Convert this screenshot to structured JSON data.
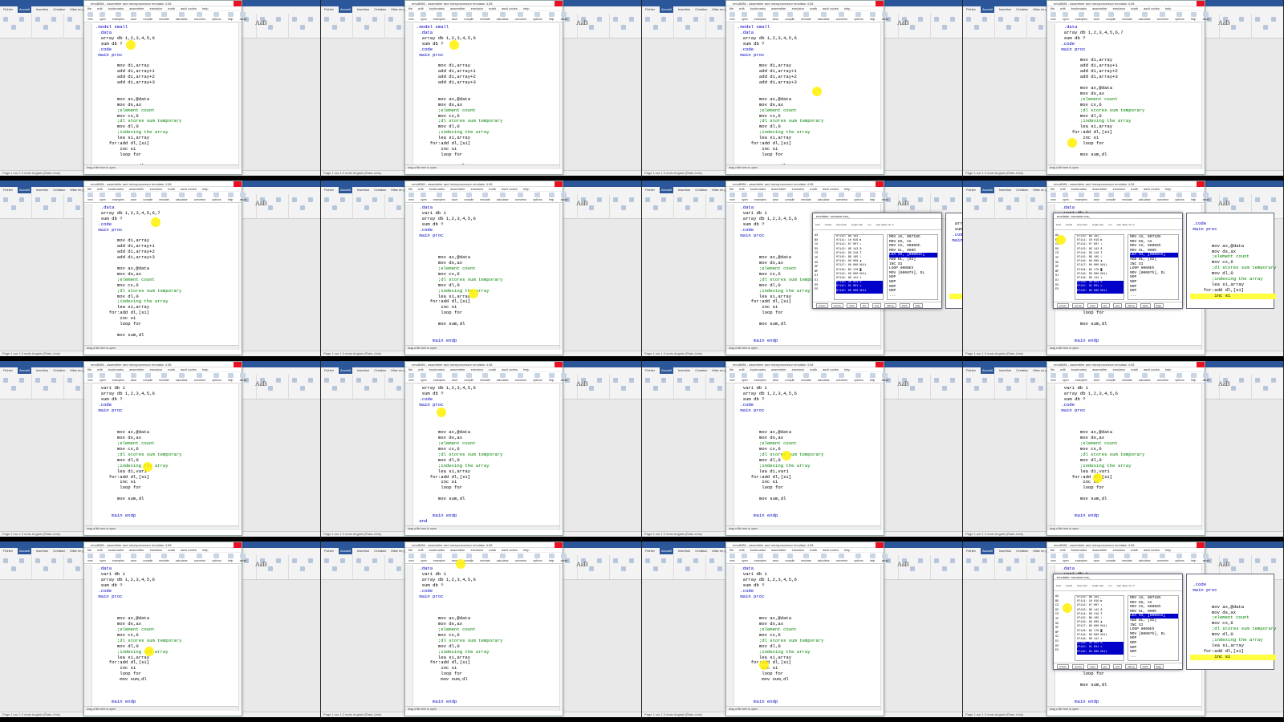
{
  "word": {
    "tabs": [
      "Fichier",
      "Accueil",
      "Insertion",
      "Création",
      "Mise en page"
    ],
    "aab": "AaB",
    "status": "Page 1 sur 1   0 mots   Anglais (États-Unis)"
  },
  "emu": {
    "title": "emu8086 - assembler and microprocessor emulator 4.08",
    "menu": [
      "file",
      "edit",
      "bookmarks",
      "assembler",
      "emulator",
      "math",
      "ascii codes",
      "help"
    ],
    "toolbar": [
      "new",
      "open",
      "examples",
      "save",
      "compile",
      "emulate",
      "calculator",
      "convertor",
      "options",
      "help",
      "about"
    ],
    "status_bar": "drag a file here to open"
  },
  "debugger": {
    "title": "emulator: noname.exe_",
    "tools": [
      "load",
      "reload",
      "step back",
      "single step",
      "run",
      "step delay ms: 0"
    ],
    "regs": [
      "AX",
      "BX",
      "CX",
      "DX",
      "CS",
      "IP",
      "SS",
      "SP",
      "BP",
      "SI",
      "DI",
      "DS",
      "ES"
    ],
    "mem_header": "0711:0000",
    "dis_header": "0711:0000",
    "mem_lines": [
      "07110: B8 184 ¸",
      "07111: 10 016 ►",
      "07112: 07 007 •",
      "07113: 8E 142 Ä",
      "07114: D8 216 Ï",
      "07115: B9 185 ¹",
      "07116: 06 006 ♠",
      "07117: 00 000 NULL",
      "07118: B2 178 ▓",
      "07119: 00 000 NULL",
      "0711A: 8D 141 ì",
      "0711B: 36 054 6",
      "0711C: 01 001 ☺",
      "0711D: 00 000 NULL"
    ],
    "dis_lines": [
      "MOV AX, 00710h",
      "MOV DS, AX",
      "MOV CX, 00006h",
      "MOV DL, 000h",
      "LEA SI, [00001h]",
      "ADD DL, [SI]",
      "INC SI",
      "LOOP 0000Eh",
      "MOV [00007h], DL",
      "NOP",
      "NOP",
      "NOP",
      "NOP",
      "..."
    ],
    "bottom": [
      "screen",
      "source",
      "reset",
      "aux",
      "vars",
      "debug",
      "stack",
      "flags"
    ]
  },
  "sources": {
    "v1": [
      ".model small",
      " .data",
      "  array db 1,2,3,4,5,6",
      "  sum db ?",
      " .code",
      " main proc",
      "",
      "        mov di,array",
      "        add di,array+1",
      "        add di,array+2",
      "        add di,array+3",
      "",
      "",
      "        mov ax,@data",
      "        mov ds,ax",
      "        ;element count",
      "        mov cx,6",
      "        ;dl stores sum temporary",
      "        mov dl,0",
      "        ;indexing the array",
      "        lea si,array",
      "     for:add dl,[si]",
      "         inc si",
      "         loop for",
      "",
      "        mov sum,dl"
    ],
    "v2": [
      "  .data",
      "  array db 1,2,3,4,5,6,7",
      "  sum db ?",
      " .code",
      " main proc",
      "",
      "        mov di,array",
      "        add di,array+1",
      "        add di,array+2",
      "        add di,array+3",
      "",
      "        mov ax,@data",
      "        mov ds,ax",
      "        ;element count",
      "        mov cx,6",
      "        ;dl stores sum temporary",
      "        mov dl,0",
      "        ;indexing the array",
      "        lea si,array",
      "     for:add dl,[si]",
      "         inc si",
      "         loop for",
      "",
      "        mov sum,dl"
    ],
    "v3": [
      " .data",
      "  var1 db 1",
      "  array db 1,2,3,4,5,6",
      "  sum db ?",
      " .code",
      " main proc",
      "",
      "",
      "",
      "        mov ax,@data",
      "        mov ds,ax",
      "        ;element count",
      "        mov cx,6",
      "        ;dl stores sum temporary",
      "        mov dl,0",
      "        ;indexing the array",
      "        lea si,array",
      "     for:add dl,[si]",
      "         inc si",
      "         loop for",
      "",
      "        mov sum,dl",
      "",
      "",
      "      main endp"
    ],
    "v4": [
      "  var1 db 1",
      "  array db 1,2,3,4,5,6",
      "  sum db ?",
      " .code",
      " main proc",
      "",
      "",
      "",
      "        mov ax,@data",
      "        mov ds,ax",
      "        ;element count",
      "        mov cx,6",
      "        ;dl stores sum temporary",
      "        mov dl,0",
      "        ;indexing the array",
      "        lea di,var1",
      "     for:add dl,[si]",
      "         inc si",
      "         loop for",
      "",
      "        mov sum,dl",
      "",
      "",
      "      main endp"
    ],
    "v5": [
      "  array db 1,2,3,4,5,6",
      "  sum db ?",
      " .code",
      " main proc",
      "",
      "",
      "",
      "",
      "        mov ax,@data",
      "        mov ds,ax",
      "        ;element count",
      "        mov cx,6",
      "        ;dl stores sum temporary",
      "        mov dl,0",
      "        ;indexing the array",
      "        lea si,array",
      "     for:add dl,[si]",
      "         inc si",
      "         loop for",
      "",
      "        mov sum,dl",
      "",
      "",
      "      main endp",
      " end"
    ],
    "v6": [
      " .data",
      "  var1 db 1",
      "  array db 1,2,3,4,5,6",
      "  sum db ?",
      " .code",
      " main proc",
      "",
      "",
      "",
      "        mov ax,@data",
      "        mov ds,ax",
      "        ;element count",
      "        mov cx,6",
      "        ;dl stores sum temporary",
      "        mov dl,0",
      "        ;indexing the array",
      "        lea si,array",
      "     for:add dl,[si]",
      "         inc si",
      "         loop for",
      "         mov sum,dl",
      "",
      "",
      "",
      "      main endp"
    ],
    "src_small": [
      "  array db 1,2,3,4,5,6",
      "  sum db ?",
      " .code",
      " main proc",
      "",
      "",
      "        mov ax,@data",
      "        mov ds,ax",
      "        ;element count",
      "        mov cx,6",
      "        ;dl stores sum temporary",
      "        mov dl,0",
      "        ;indexing the array",
      "        lea si,array"
    ],
    "src_small2": [
      " .code",
      " main proc",
      "",
      "",
      "        mov ax,@data",
      "        mov ds,ax",
      "        ;element count",
      "        mov cx,6",
      "        ;dl stores sum temporary",
      "        mov dl,0",
      "        ;indexing the array",
      "        lea si,array",
      "     for:add dl,[si]",
      "         inc si"
    ]
  }
}
